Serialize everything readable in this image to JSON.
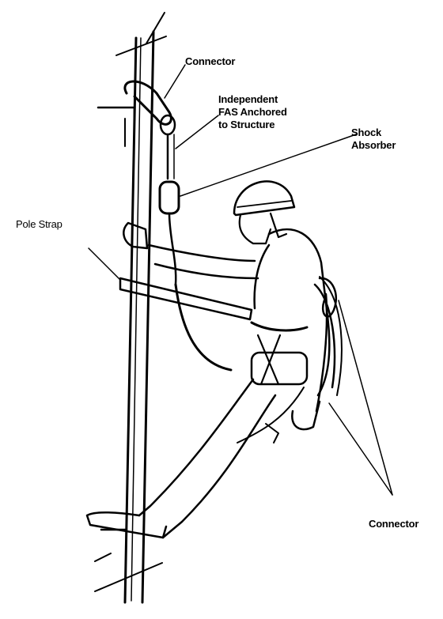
{
  "labels": {
    "connector_top": "Connector",
    "fas_line1": "Independent",
    "fas_line2": "FAS Anchored",
    "fas_line3": "to Structure",
    "shock_line1": "Shock",
    "shock_line2": "Absorber",
    "pole_strap": "Pole Strap",
    "connector_bottom": "Connector"
  }
}
